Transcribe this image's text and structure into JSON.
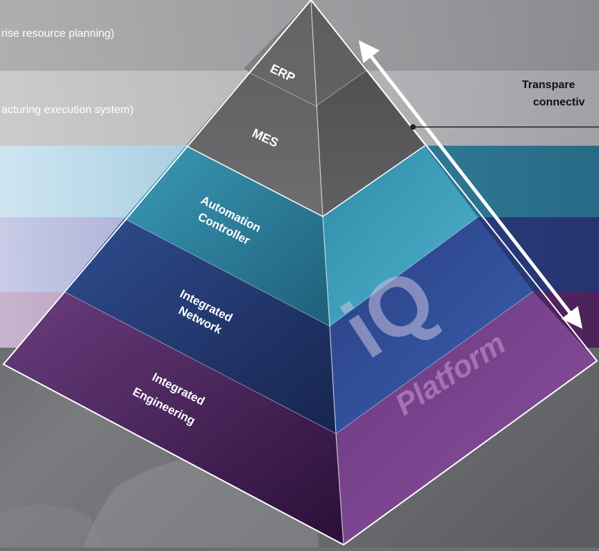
{
  "bands": {
    "erp_desc": "rise resource planning)",
    "mes_desc": "acturing execution system)"
  },
  "pyramid": {
    "erp": "ERP",
    "mes": "MES",
    "automation_line1": "Automation",
    "automation_line2": "Controller",
    "network_line1": "Integrated",
    "network_line2": "Network",
    "engineering_line1": "Integrated",
    "engineering_line2": "Engineering"
  },
  "logo": {
    "mark": "iQ",
    "word": "Platform"
  },
  "callout": {
    "line1": "Transpare",
    "line2": "connectiv"
  },
  "colors": {
    "automation": "#2f7e98",
    "network": "#2b3f86",
    "engineering": "#5e2a6e",
    "top": "#6a6a6a"
  }
}
